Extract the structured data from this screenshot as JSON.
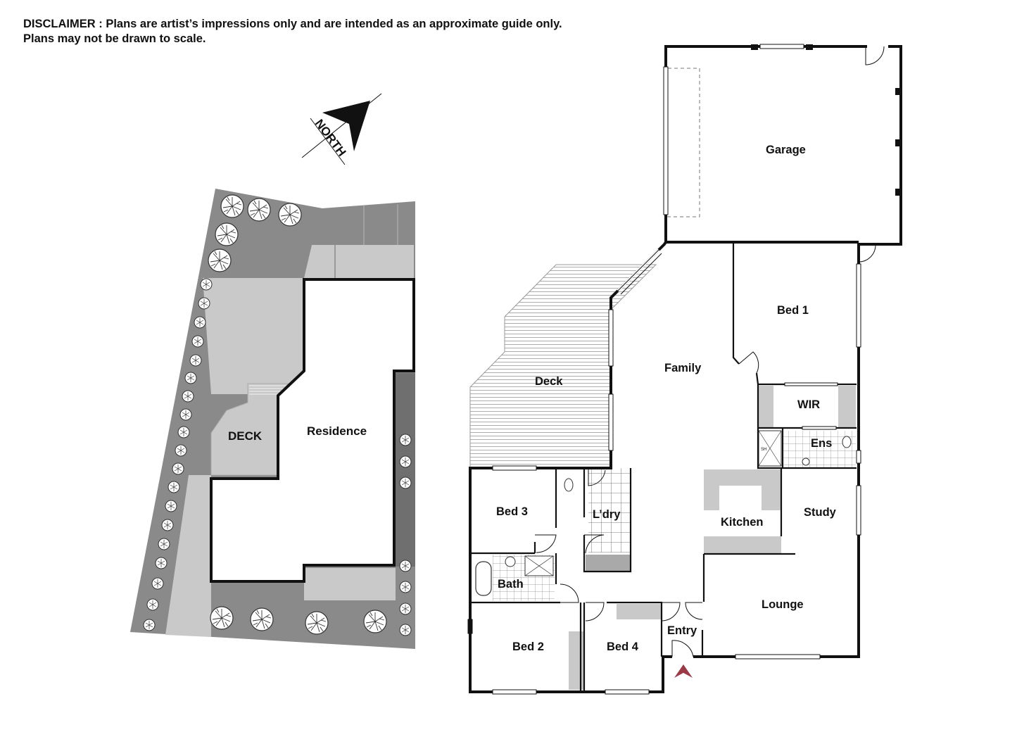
{
  "disclaimer": {
    "line1": "DISCLAIMER : Plans are artist’s impressions only and are intended as an approximate guide only.",
    "line2": "Plans may not be drawn to scale."
  },
  "compass": {
    "label": "NORTH"
  },
  "site_plan": {
    "deck": "DECK",
    "residence": "Residence"
  },
  "floor_plan": {
    "garage": "Garage",
    "bed1": "Bed 1",
    "family": "Family",
    "deck": "Deck",
    "wir": "WIR",
    "ens": "Ens",
    "bed3": "Bed 3",
    "laundry": "L’dry",
    "kitchen": "Kitchen",
    "study": "Study",
    "bath": "Bath",
    "lounge": "Lounge",
    "entry": "Entry",
    "bed2": "Bed 2",
    "bed4": "Bed 4",
    "shower_tag": "SH"
  },
  "colors": {
    "site_grey": "#8a8a8a",
    "light_grey": "#c9c9c9",
    "mid_grey": "#a9a9a9",
    "wall": "#111111",
    "entry_arrow": "#9b3b48"
  }
}
